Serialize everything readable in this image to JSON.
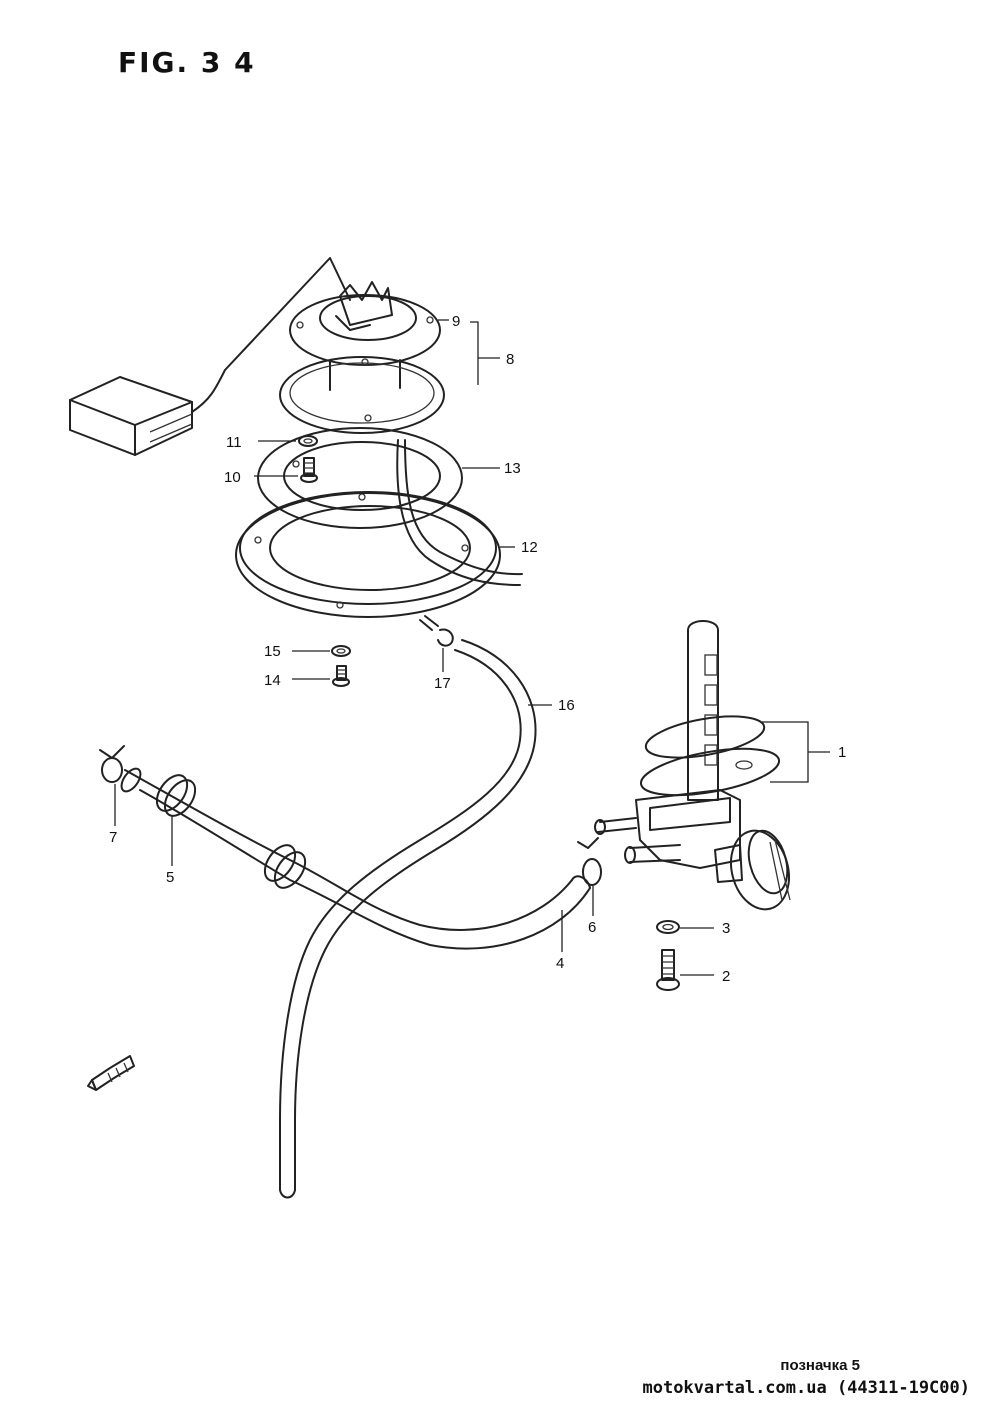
{
  "figure": {
    "title": "FIG. 3 4"
  },
  "parts": [
    {
      "id": "part-1",
      "label": "1"
    },
    {
      "id": "part-2",
      "label": "2"
    },
    {
      "id": "part-3",
      "label": "3"
    },
    {
      "id": "part-4",
      "label": "4"
    },
    {
      "id": "part-5",
      "label": "5"
    },
    {
      "id": "part-6",
      "label": "6"
    },
    {
      "id": "part-7",
      "label": "7"
    },
    {
      "id": "part-8",
      "label": "8"
    },
    {
      "id": "part-9",
      "label": "9"
    },
    {
      "id": "part-10",
      "label": "10"
    },
    {
      "id": "part-11",
      "label": "11"
    },
    {
      "id": "part-12",
      "label": "12"
    },
    {
      "id": "part-13",
      "label": "13"
    },
    {
      "id": "part-14",
      "label": "14"
    },
    {
      "id": "part-15",
      "label": "15"
    },
    {
      "id": "part-16",
      "label": "16"
    },
    {
      "id": "part-17",
      "label": "17"
    }
  ],
  "front_arrow_icon": "front-arrow-icon",
  "footer": {
    "caption": "позначка 5",
    "source": "motokvartal.com.ua (44311-19C00)"
  }
}
